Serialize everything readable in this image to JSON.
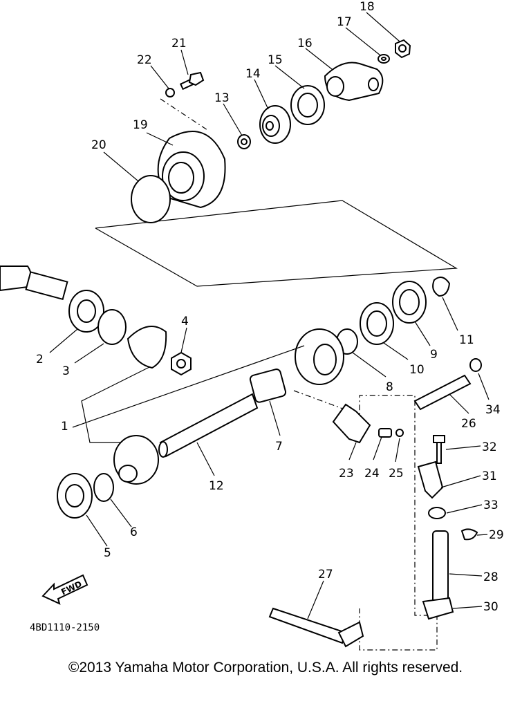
{
  "diagram": {
    "part_code": "4BD1110-2150",
    "fwd_label": "FWD",
    "callouts": [
      "1",
      "2",
      "3",
      "4",
      "5",
      "6",
      "7",
      "8",
      "9",
      "10",
      "11",
      "12",
      "13",
      "14",
      "15",
      "16",
      "17",
      "18",
      "19",
      "20",
      "21",
      "22",
      "23",
      "24",
      "25",
      "26",
      "27",
      "28",
      "29",
      "30",
      "31",
      "32",
      "33",
      "34"
    ]
  },
  "copyright": "©2013 Yamaha Motor Corporation, U.S.A. All rights reserved."
}
